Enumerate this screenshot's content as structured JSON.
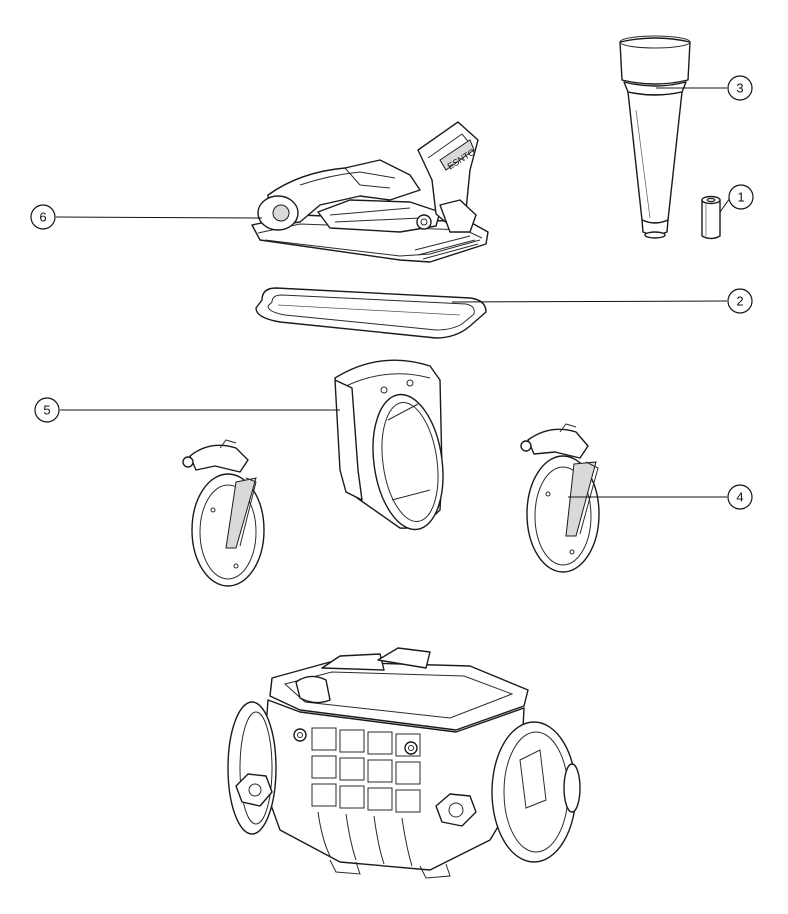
{
  "callouts": [
    {
      "id": "1",
      "label": "1"
    },
    {
      "id": "2",
      "label": "2"
    },
    {
      "id": "3",
      "label": "3"
    },
    {
      "id": "4",
      "label": "4"
    },
    {
      "id": "5",
      "label": "5"
    },
    {
      "id": "6",
      "label": "6"
    }
  ],
  "part_marking": "ESNTO",
  "colors": {
    "line": "#1a1a1a",
    "background": "#ffffff",
    "shade": "#d9d9d9"
  }
}
